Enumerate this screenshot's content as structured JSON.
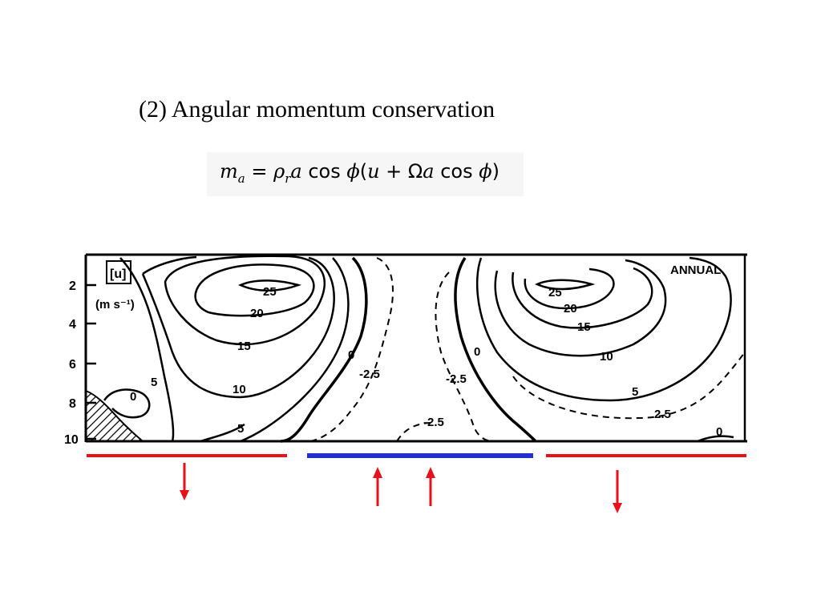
{
  "slide": {
    "title": "(2) Angular momentum conservation",
    "formula": {
      "lhs": "m",
      "lhs_sub": "a",
      "eq": " = ",
      "rho": "ρ",
      "rho_sub": "r",
      "a1": "a",
      "cos1": " cos ",
      "phi1": "ϕ",
      "paren_open": "(",
      "u": "u",
      "plus": " + ",
      "omega": "Ω",
      "a2": "a",
      "cos2": " cos ",
      "phi2": "ϕ",
      "paren_close": ")"
    }
  },
  "figure": {
    "var_label": "[u]",
    "unit_label": "(m s⁻¹)",
    "panel_label": "ANNUAL",
    "y_ticks": [
      "2",
      "4",
      "6",
      "8",
      "10"
    ],
    "contour_labels": {
      "left_25": "25",
      "left_20": "20",
      "left_15": "15",
      "left_10": "10",
      "left_5_upper": "5",
      "left_5_lower": "5",
      "left_0_low": "0",
      "left_0_jet": "0",
      "mid_m25_left": "-2.5",
      "mid_m25_right": "-2.5",
      "mid_m25_bottom": "-2.5",
      "right_0_jet": "0",
      "right_25": "25",
      "right_20": "20",
      "right_15": "15",
      "right_10": "10",
      "right_5": "5",
      "right_2p5": "2.5",
      "right_0_low": "0"
    }
  },
  "colors": {
    "descent_bar": "#e8101a",
    "ascent_bar": "#2030c8",
    "arrow": "#e8101a"
  }
}
